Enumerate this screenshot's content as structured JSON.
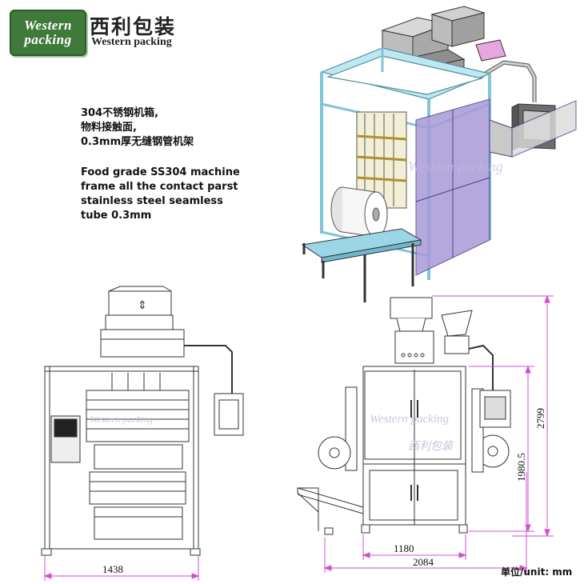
{
  "brand": {
    "logo_line1": "Western",
    "logo_line2": "packing",
    "name_cn": "西利包装",
    "name_en": "Western packing"
  },
  "description": {
    "cn_lines": [
      "304不锈钢机箱,",
      "物料接触面,",
      "0.3mm厚无缝钢管机架"
    ],
    "en_lines": [
      "Food grade SS304 machine",
      "frame all the contact parst",
      "stainless steel seamless",
      "tube 0.3mm"
    ]
  },
  "dimensions": {
    "front_width": "1438",
    "side_inner_width": "1180",
    "side_total_width": "2084",
    "side_height_body": "1980.5",
    "side_height_total": "2799"
  },
  "watermark": {
    "en": "Western packing",
    "cn": "西利包装"
  },
  "unit_label": "单位/unit: mm",
  "colors": {
    "frame_cyan": "#9fd8e6",
    "cabinet_purple": "#a89ad8",
    "dimension_magenta": "#d24fd2",
    "logo_green": "#3f7a3a"
  }
}
